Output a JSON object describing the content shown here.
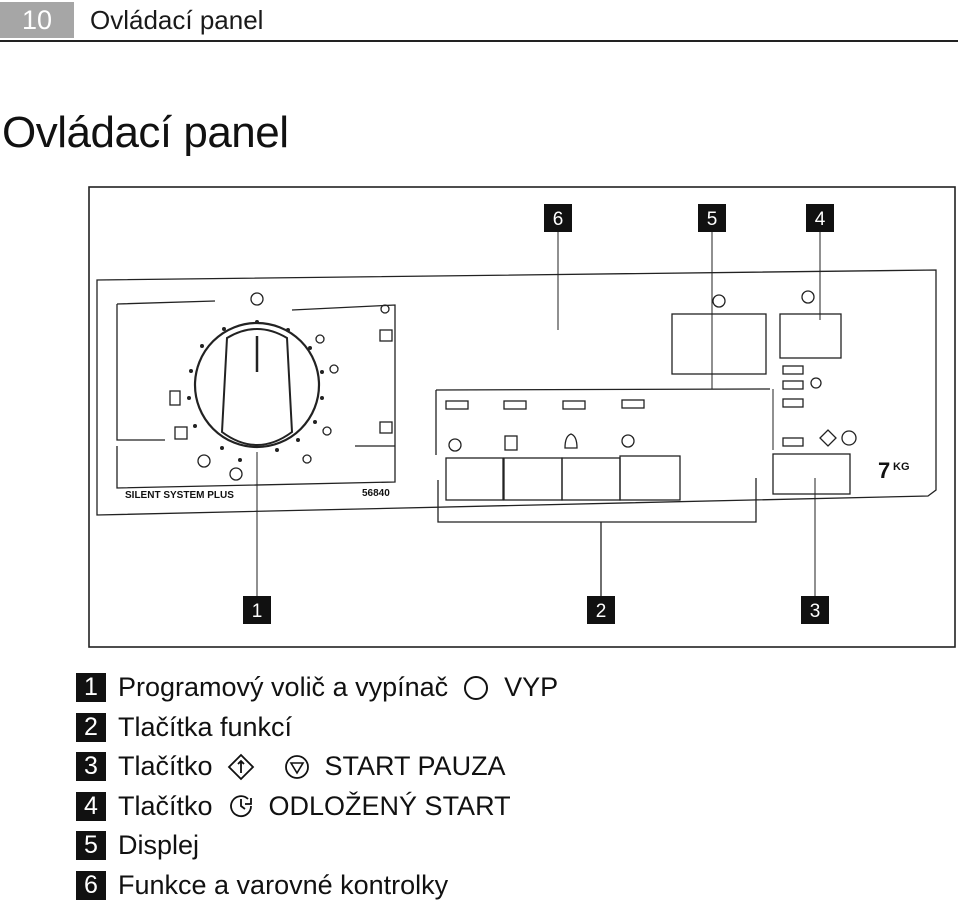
{
  "header": {
    "page_number": "10",
    "section_title": "Ovládací panel"
  },
  "page_title": "Ovládací panel",
  "figure": {
    "dial_text": "SILENT SYSTEM PLUS",
    "model_number": "56840",
    "capacity": "7",
    "capacity_unit": "KG",
    "callouts": [
      "1",
      "2",
      "3",
      "4",
      "5",
      "6"
    ]
  },
  "legend": [
    {
      "num": "1",
      "text": "Programový volič a vypínač",
      "icon": "power-off-circle-icon",
      "after": "VYP"
    },
    {
      "num": "2",
      "text": "Tlačítka funkcí"
    },
    {
      "num": "3",
      "text": "Tlačítko",
      "icons": [
        "start-icon",
        "pause-icon"
      ],
      "after": "START PAUZA"
    },
    {
      "num": "4",
      "text": "Tlačítko",
      "icon": "delay-start-icon",
      "after": "ODLOŽENÝ START"
    },
    {
      "num": "5",
      "text": "Displej"
    },
    {
      "num": "6",
      "text": "Funkce a varovné kontrolky"
    }
  ]
}
